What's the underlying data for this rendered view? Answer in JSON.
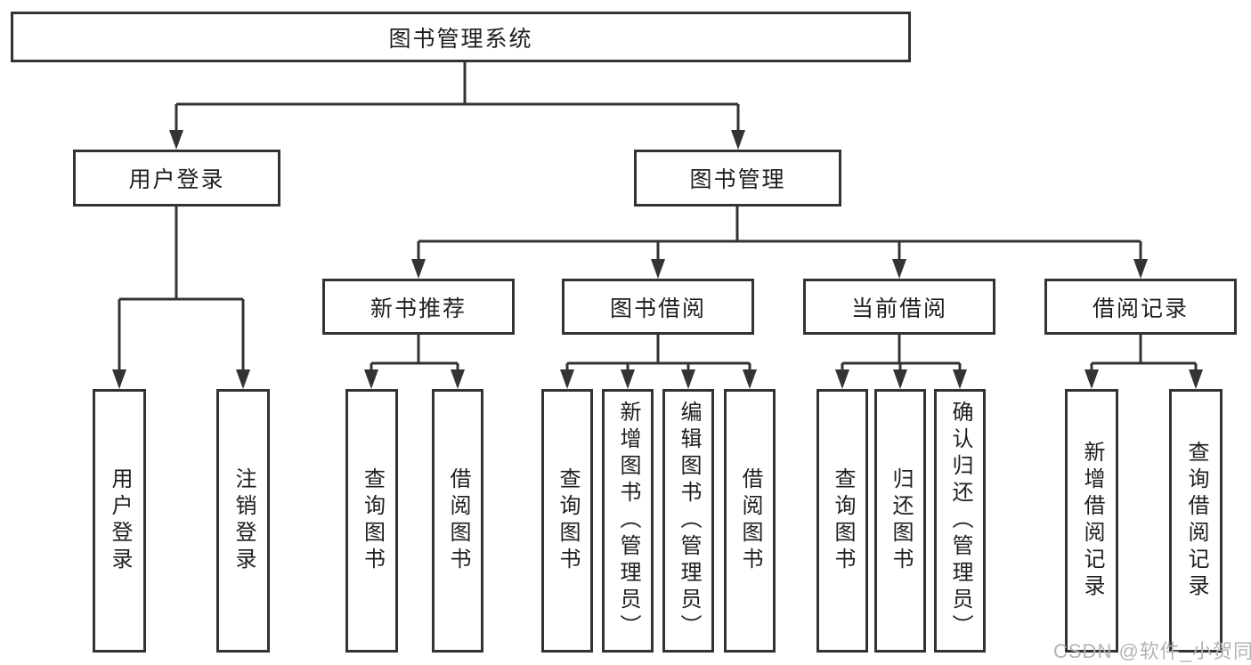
{
  "tree": {
    "label": "图书管理系统",
    "children": [
      {
        "label": "用户登录",
        "children": [
          {
            "label": "用户登录"
          },
          {
            "label": "注销登录"
          }
        ]
      },
      {
        "label": "图书管理",
        "children": [
          {
            "label": "新书推荐",
            "children": [
              {
                "label": "查询图书"
              },
              {
                "label": "借阅图书"
              }
            ]
          },
          {
            "label": "图书借阅",
            "children": [
              {
                "label": "查询图书"
              },
              {
                "label": "新增图书（管理员）"
              },
              {
                "label": "编辑图书（管理员）"
              },
              {
                "label": "借阅图书"
              }
            ]
          },
          {
            "label": "当前借阅",
            "children": [
              {
                "label": "查询图书"
              },
              {
                "label": "归还图书"
              },
              {
                "label": "确认归还（管理员）"
              }
            ]
          },
          {
            "label": "借阅记录",
            "children": [
              {
                "label": "新增借阅记录"
              },
              {
                "label": "查询借阅记录"
              }
            ]
          }
        ]
      }
    ]
  },
  "watermark": {
    "text": "CSDN @软件_小贺同学",
    "color": "#b3b3b3"
  },
  "colors": {
    "line": "#333333",
    "box_border": "#333333",
    "text": "#1f1f1f",
    "background": "#ffffff"
  }
}
